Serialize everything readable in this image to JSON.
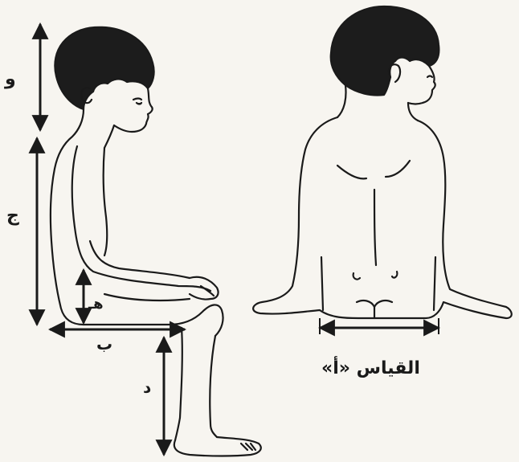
{
  "labels": {
    "waw": "و",
    "jeem": "ج",
    "ha": "هـ",
    "ba": "ب",
    "dal": "د"
  },
  "caption": "القياس «أ»",
  "colors": {
    "ink": "#1a1a1a",
    "paper": "#f7f5f0",
    "hair": "#1c1c1c"
  }
}
